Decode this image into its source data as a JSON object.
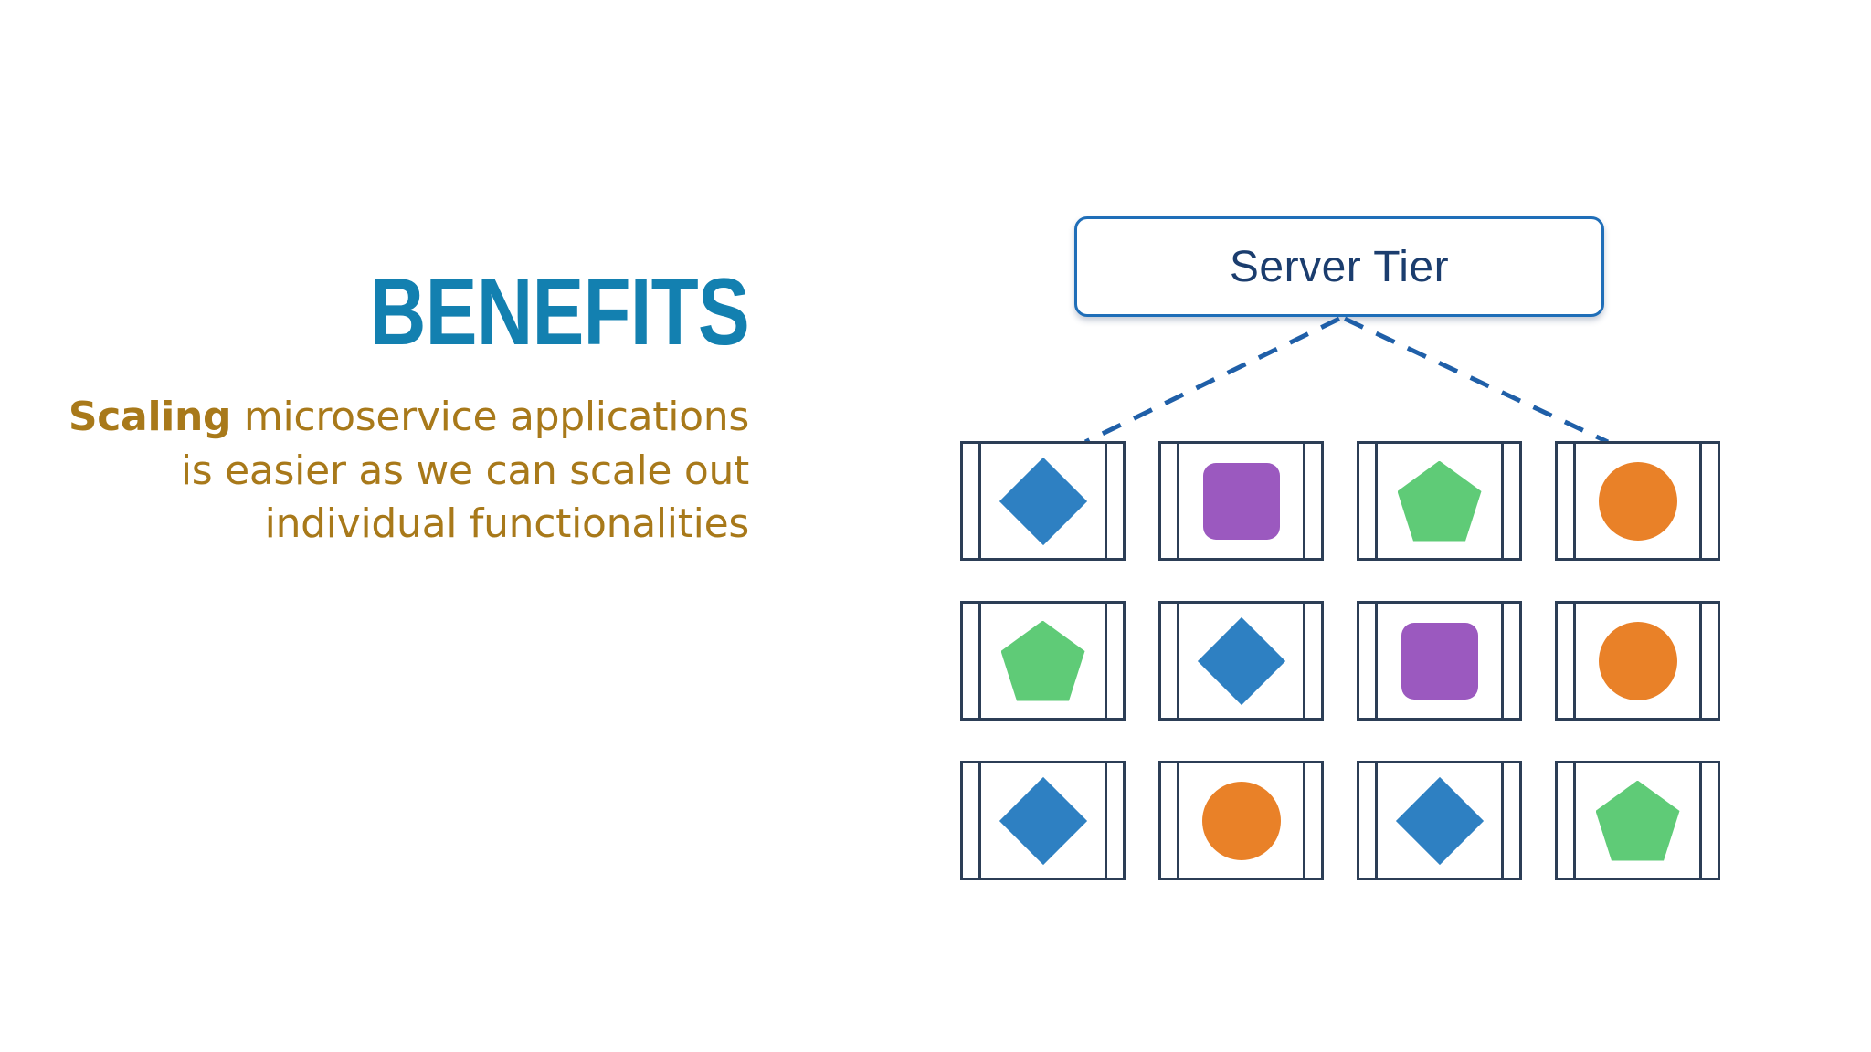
{
  "slide": {
    "title": "BENEFITS",
    "body": {
      "lead": "Scaling",
      "rest": " microservice applications is easier as we can scale out individual functionalities"
    }
  },
  "diagram": {
    "server_tier": {
      "label": "Server Tier",
      "border_color": "#1f6eb8",
      "text_color": "#1b3d6e"
    },
    "connectors": {
      "style": "dashed",
      "color": "#1f5fa8",
      "count": 2
    },
    "card_border_color": "#2c3e56",
    "shape_colors": {
      "diamond": "#2e80c2",
      "rounded-square": "#9b59bf",
      "circle": "#e98128",
      "pentagon": "#5fcb77"
    },
    "rows": [
      {
        "cards": [
          {
            "shape": "diamond",
            "color": "#2e80c2"
          },
          {
            "shape": "rounded-square",
            "color": "#9b59bf"
          },
          {
            "shape": "pentagon",
            "color": "#5fcb77"
          },
          {
            "shape": "circle",
            "color": "#e98128"
          }
        ]
      },
      {
        "cards": [
          {
            "shape": "pentagon",
            "color": "#5fcb77"
          },
          {
            "shape": "diamond",
            "color": "#2e80c2"
          },
          {
            "shape": "rounded-square",
            "color": "#9b59bf"
          },
          {
            "shape": "circle",
            "color": "#e98128"
          }
        ]
      },
      {
        "cards": [
          {
            "shape": "diamond",
            "color": "#2e80c2"
          },
          {
            "shape": "circle",
            "color": "#e98128"
          },
          {
            "shape": "diamond",
            "color": "#2e80c2"
          },
          {
            "shape": "pentagon",
            "color": "#5fcb77"
          }
        ]
      }
    ]
  },
  "theme": {
    "background": "#ffffff",
    "title_color": "#1380b0",
    "body_color": "#a8791a"
  }
}
